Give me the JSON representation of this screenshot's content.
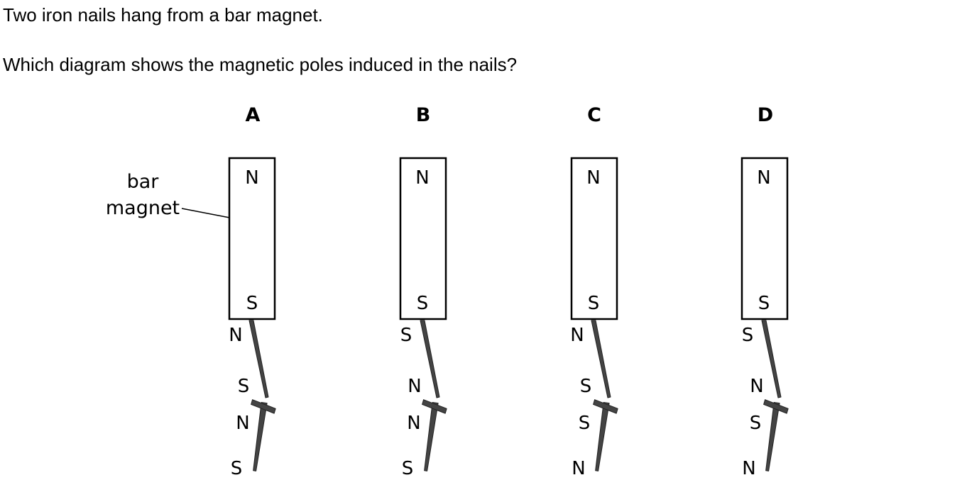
{
  "question": {
    "line1": "Two iron nails hang from a bar magnet.",
    "line2": "Which diagram shows the magnetic poles induced in the nails?"
  },
  "callout": {
    "line1": "bar",
    "line2": "magnet"
  },
  "options": [
    {
      "label": "A",
      "magnet_top": "N",
      "magnet_bottom": "S",
      "nail1_top": "N",
      "nail1_bottom": "S",
      "nail2_top": "N",
      "nail2_bottom": "S"
    },
    {
      "label": "B",
      "magnet_top": "N",
      "magnet_bottom": "S",
      "nail1_top": "S",
      "nail1_bottom": "N",
      "nail2_top": "N",
      "nail2_bottom": "S"
    },
    {
      "label": "C",
      "magnet_top": "N",
      "magnet_bottom": "S",
      "nail1_top": "N",
      "nail1_bottom": "S",
      "nail2_top": "S",
      "nail2_bottom": "N"
    },
    {
      "label": "D",
      "magnet_top": "N",
      "magnet_bottom": "S",
      "nail1_top": "S",
      "nail1_bottom": "N",
      "nail2_top": "S",
      "nail2_bottom": "N"
    }
  ]
}
